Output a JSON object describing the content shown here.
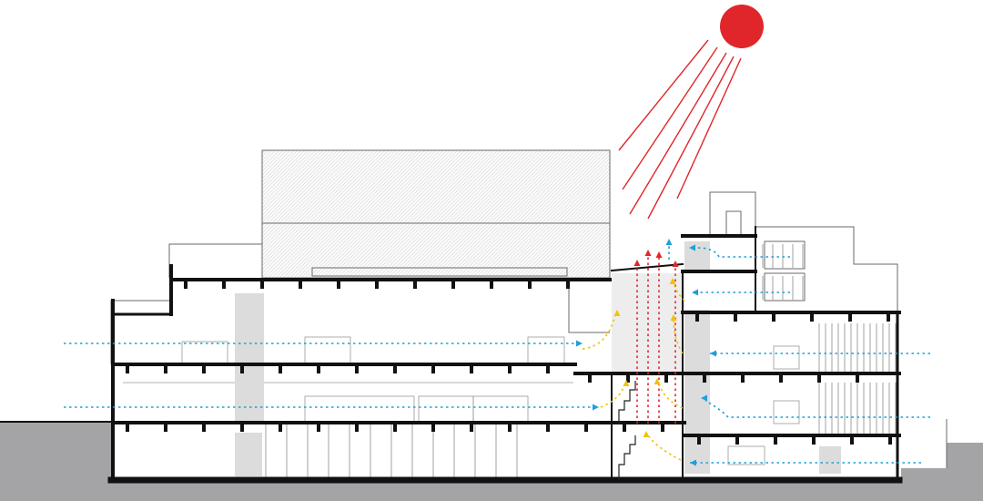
{
  "colors": {
    "background": "#ffffff",
    "ground": "#a4a4a6",
    "structure": "#111111",
    "outline": "#6a6a6a",
    "shaft": "#d9d9d9",
    "sun": "#e0262a",
    "solar_rays": "#e0262a",
    "hot_air": "#e0262a",
    "fresh_air": "#1e9fd8",
    "convection": "#f2c200"
  },
  "icons": {
    "sun": "sun-icon",
    "ray": "solar-ray",
    "fresh_air": "blue-dotted-arrow",
    "hot_air": "red-dotted-arrow",
    "convection": "yellow-dotted-curve"
  }
}
